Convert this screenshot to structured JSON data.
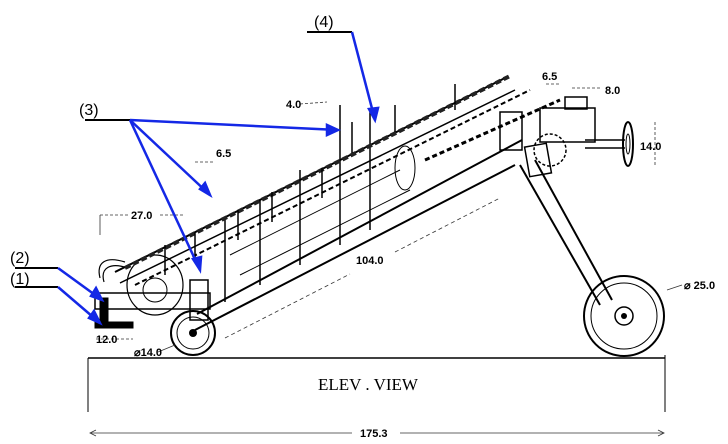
{
  "drawing": {
    "view_title": "ELEV . VIEW",
    "callouts": [
      "(1)",
      "(2)",
      "(3)",
      "(4)"
    ],
    "dimensions": {
      "overall_length": "175.3",
      "frame_length": "104.0",
      "small_wheel_dia": "14.0",
      "large_wheel_dia": "25.0",
      "height_offset": "27.0",
      "base_width": "12.0",
      "top_left_offset": "4.0",
      "slot_width": "6.5",
      "motor_offset": "6.5",
      "motor_width": "8.0",
      "pulley_height": "14.0"
    },
    "colors": {
      "callout_leader": "#1428e6",
      "linework": "#000000",
      "dimension": "#333333"
    }
  }
}
